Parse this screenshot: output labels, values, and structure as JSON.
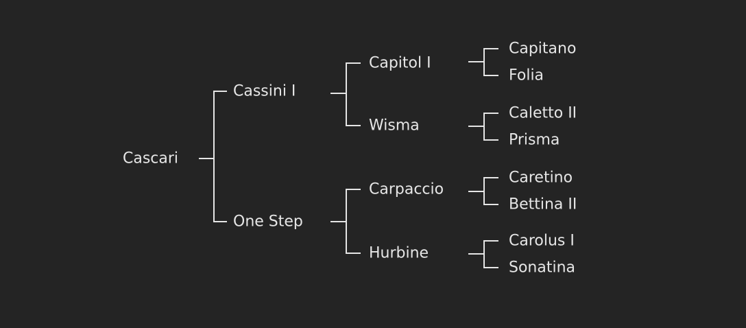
{
  "tree": {
    "name": "Cascari",
    "children": [
      {
        "name": "Cassini I",
        "children": [
          {
            "name": "Capitol I",
            "children": [
              {
                "name": "Capitano"
              },
              {
                "name": "Folia"
              }
            ]
          },
          {
            "name": "Wisma",
            "children": [
              {
                "name": "Caletto II"
              },
              {
                "name": "Prisma"
              }
            ]
          }
        ]
      },
      {
        "name": "One Step",
        "children": [
          {
            "name": "Carpaccio",
            "children": [
              {
                "name": "Caretino"
              },
              {
                "name": "Bettina II"
              }
            ]
          },
          {
            "name": "Hurbine",
            "children": [
              {
                "name": "Carolus I"
              },
              {
                "name": "Sonatina"
              }
            ]
          }
        ]
      }
    ]
  },
  "colors": {
    "background": "#242424",
    "foreground": "#e6e6e6"
  }
}
